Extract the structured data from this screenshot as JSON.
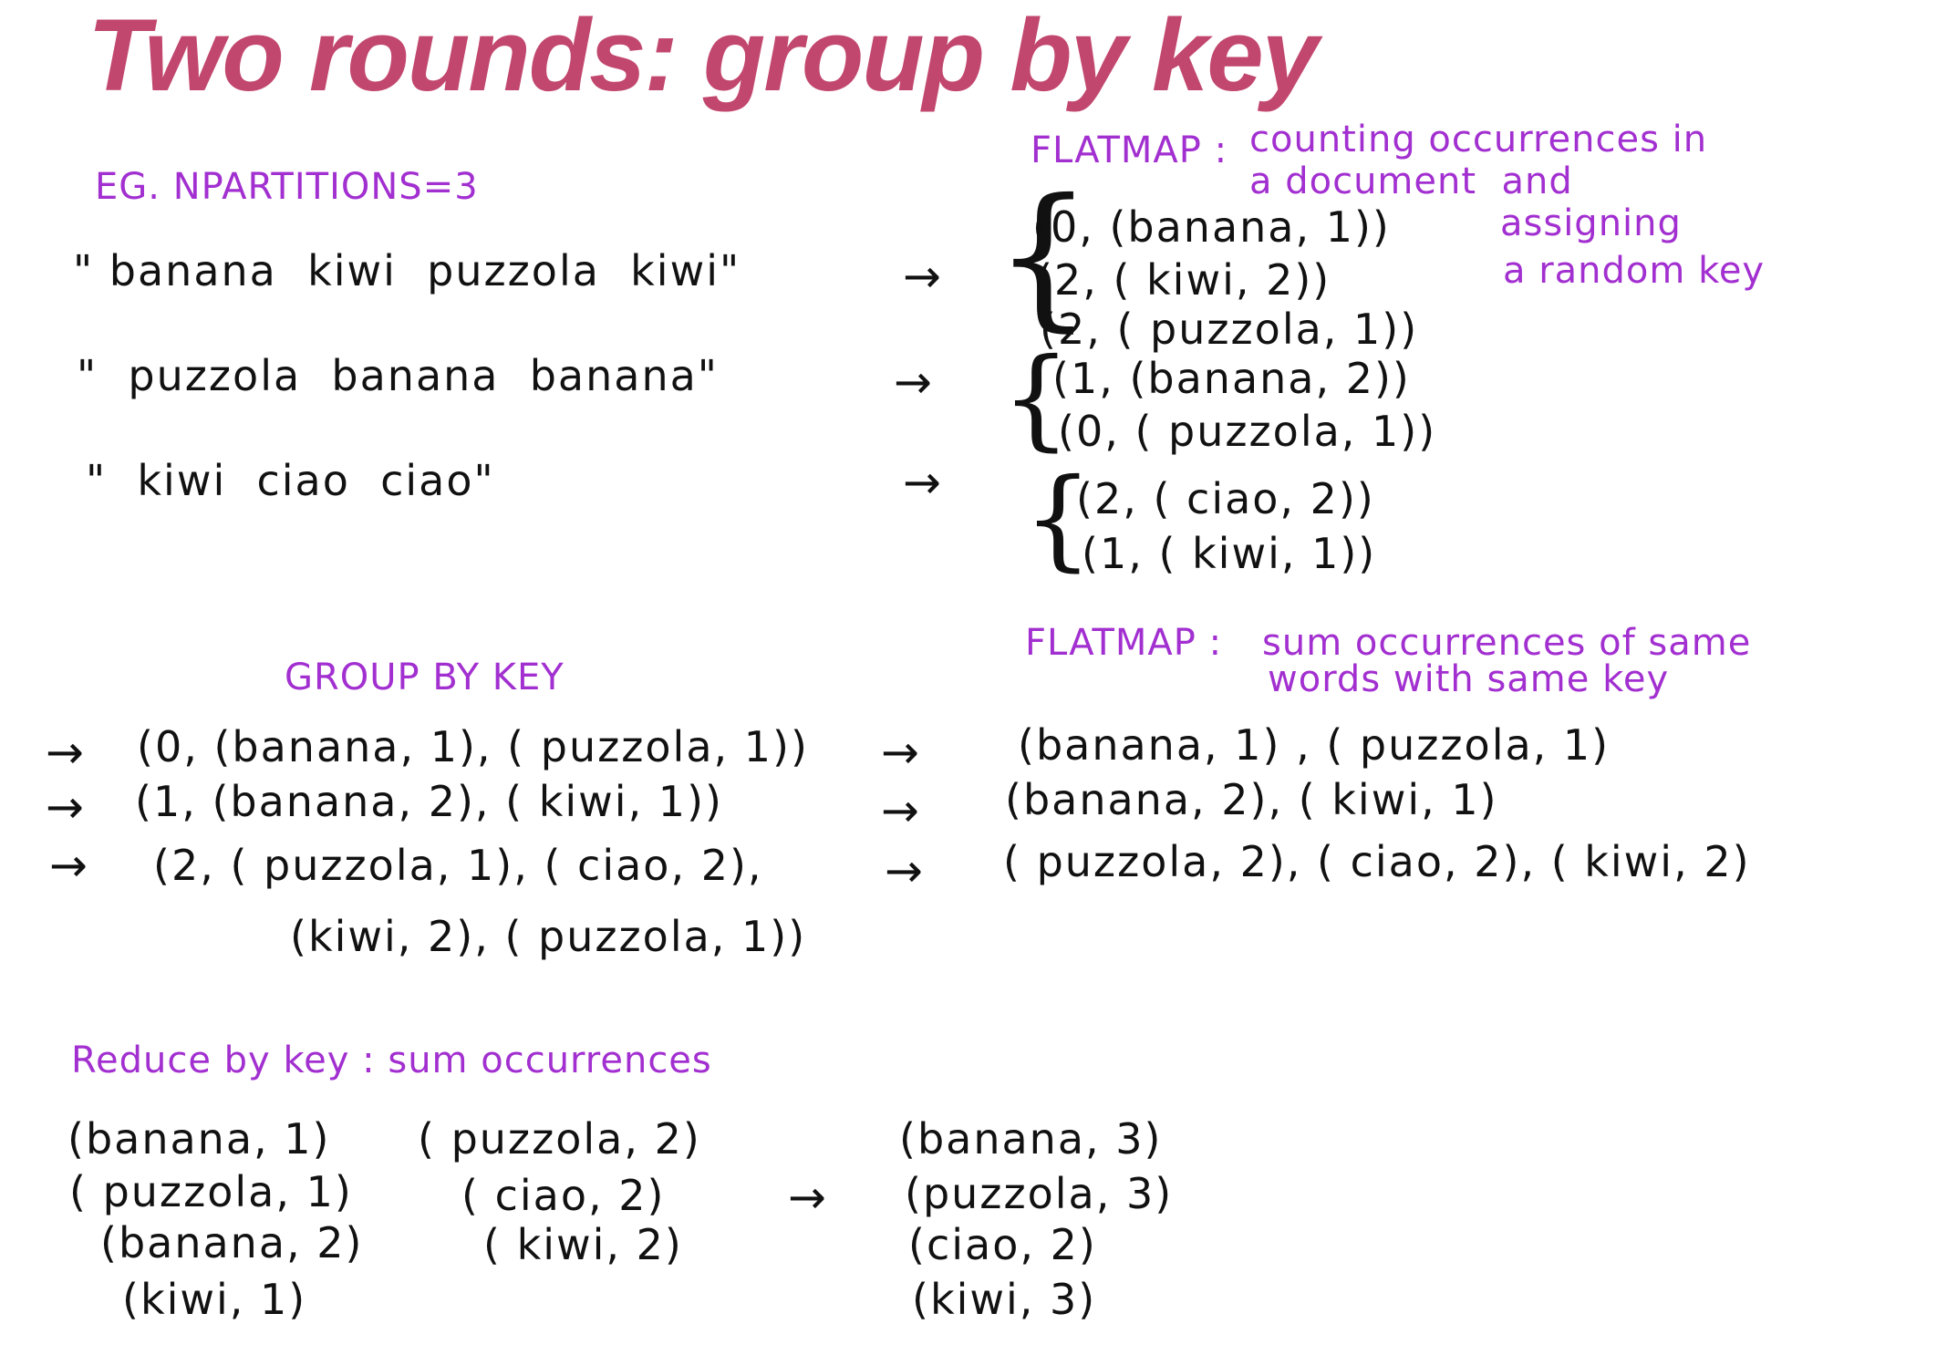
{
  "title": "Two rounds: group by key",
  "example_label": "EG. NPARTITIONS=3",
  "flatmap1": {
    "label": "FLATMAP :",
    "description": [
      "counting occurrences in",
      "a document  and",
      "assigning",
      "a random key"
    ]
  },
  "documents": [
    "\" banana  kiwi  puzzola  kiwi\"",
    "\"  puzzola  banana  banana\"",
    "\"  kiwi  ciao  ciao\""
  ],
  "emitted": [
    [
      "(0, (banana, 1))",
      "(2, ( kiwi, 2))",
      "(2, ( puzzola, 1))"
    ],
    [
      "(1, (banana, 2))",
      "(0, ( puzzola, 1))"
    ],
    [
      "(2, ( ciao, 2))",
      "(1, ( kiwi, 1))"
    ]
  ],
  "group_by_key_label": "GROUP BY KEY",
  "grouped": [
    "(0, (banana, 1), ( puzzola, 1))",
    "(1, (banana, 2), ( kiwi, 1))",
    "(2, ( puzzola, 1), ( ciao, 2),",
    "(kiwi, 2), ( puzzola, 1))"
  ],
  "flatmap2": {
    "label": "FLATMAP :",
    "description": [
      "sum occurrences of same",
      "words with same key"
    ]
  },
  "summed": [
    "(banana, 1) , ( puzzola, 1)",
    "(banana, 2), ( kiwi, 1)",
    "( puzzola, 2), ( ciao, 2), ( kiwi, 2)"
  ],
  "reduce_label": "Reduce by key : sum occurrences",
  "reduce_inputs_col1": [
    "(banana, 1)",
    "( puzzola, 1)",
    "(banana, 2)",
    "(kiwi, 1)"
  ],
  "reduce_inputs_col2": [
    "( puzzola, 2)",
    "( ciao, 2)",
    "( kiwi, 2)"
  ],
  "reduce_outputs": [
    "(banana, 3)",
    "(puzzola, 3)",
    "(ciao, 2)",
    "(kiwi, 3)"
  ],
  "arrow_glyph": "→",
  "brace_glyph": "{",
  "colors": {
    "title": "#c2476e",
    "note": "#a22fd0",
    "ink": "#111111"
  }
}
